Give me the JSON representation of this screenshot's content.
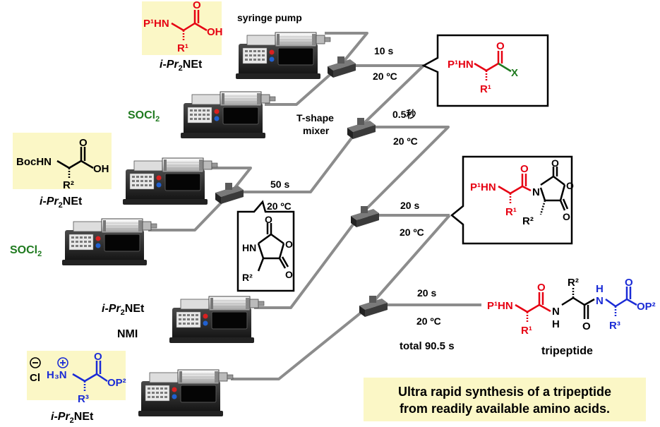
{
  "labels": {
    "syringe_pump": "syringe pump",
    "t_shape_mixer_line1": "T-shape",
    "t_shape_mixer_line2": "mixer",
    "socl2_top": "SOCl",
    "socl2_mid": "SOCl",
    "socl2_sub": "2",
    "base_top": "i-Pr",
    "base_mid": "i-Pr",
    "base_lower": "i-Pr",
    "base_bottom": "i-Pr",
    "base_suffix": "NEt",
    "base_sub": "2",
    "nmi": "NMI"
  },
  "flow": {
    "step1_time": "10 s",
    "step1_temp": "20 ºC",
    "step2_time": "0.5秒",
    "step2_temp": "20 ºC",
    "step3_time": "50 s",
    "step3_temp": "20 ºC",
    "step4_time": "20 s",
    "step4_temp": "20 ºC",
    "step5_time": "20 s",
    "step5_temp": "20 ºC",
    "total": "total 90.5 s"
  },
  "structures": {
    "aa1_p1hn": "P¹HN",
    "aa1_r1": "R¹",
    "aa1_oh": "OH",
    "aa1_o": "O",
    "aa2_bochn": "BocHN",
    "aa2_r2": "R²",
    "aa2_oh": "OH",
    "aa2_o": "O",
    "aa3_cl": "Cl",
    "aa3_h3n": "H₃N",
    "aa3_r3": "R³",
    "aa3_op2": "OP²",
    "aa3_o": "O",
    "acyl_p1hn": "P¹HN",
    "acyl_r1": "R¹",
    "acyl_o": "O",
    "acyl_x": "X",
    "nca_hn": "HN",
    "nca_r2": "R²",
    "nca_o1": "O",
    "nca_o2": "O",
    "nca_o3": "O",
    "dipep_p1hn": "P¹HN",
    "dipep_r1": "R¹",
    "dipep_r2": "R²",
    "dipep_n": "N",
    "dipep_o": "O",
    "dipep_o2": "O",
    "dipep_o3": "O",
    "dipep_o4": "O",
    "tri_p1hn": "P¹HN",
    "tri_r1": "R¹",
    "tri_r2": "R²",
    "tri_r3": "R³",
    "tri_h1": "H",
    "tri_n1": "N",
    "tri_h2": "H",
    "tri_n2": "N",
    "tri_op2": "OP²",
    "tri_o": "O",
    "tri_label": "tripeptide"
  },
  "caption": {
    "line1": "Ultra rapid synthesis of a tripeptide",
    "line2": "from readily available amino acids."
  },
  "colors": {
    "red": "#e60012",
    "blue": "#1a2bd6",
    "green": "#1f7a1f",
    "highlight": "#fbf7c6",
    "tube": "#8c8c8c"
  }
}
